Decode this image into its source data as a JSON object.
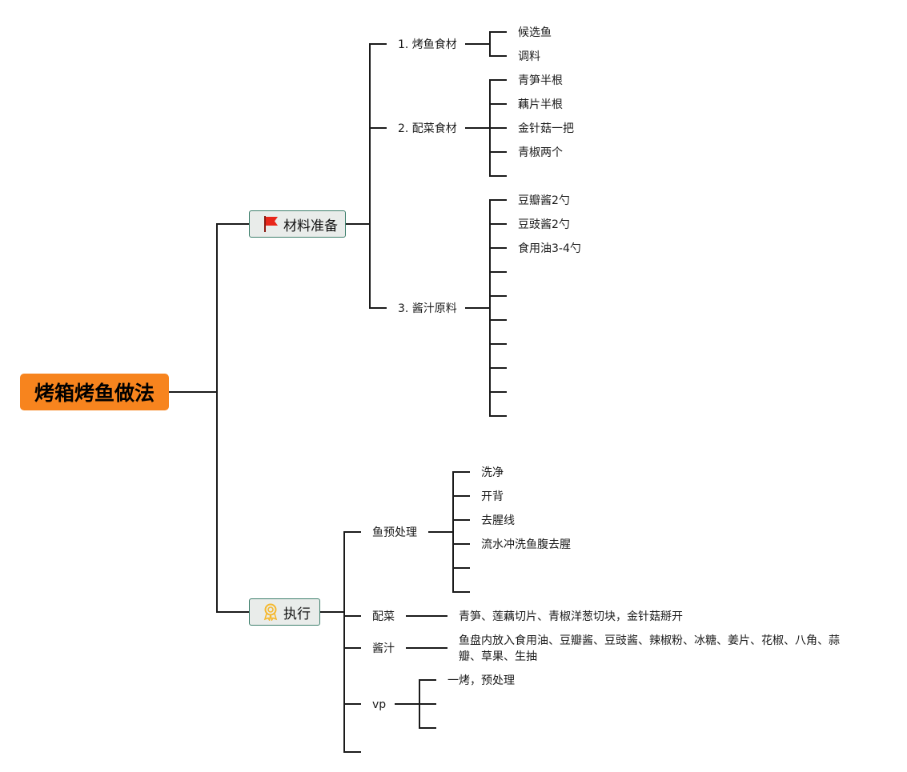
{
  "root": {
    "title": "烤箱烤鱼做法"
  },
  "branches": {
    "prep": {
      "label": "材料准备",
      "icon": "red-flag-icon",
      "children": [
        {
          "label": "1. 烤鱼食材",
          "items": [
            "候选鱼",
            "调料"
          ]
        },
        {
          "label": "2. 配菜食材",
          "items": [
            "青笋半根",
            "藕片半根",
            "金针菇一把",
            "青椒两个"
          ]
        },
        {
          "label": "3. 酱汁原料",
          "items": [
            "豆瓣酱2勺",
            "豆豉酱2勺",
            "食用油3-4勺"
          ]
        }
      ]
    },
    "exec": {
      "label": "执行",
      "icon": "award-ribbon-icon",
      "children": [
        {
          "label": "鱼预处理",
          "items": [
            "洗净",
            "开背",
            "去腥线",
            "流水冲洗鱼腹去腥"
          ]
        },
        {
          "label": "配菜",
          "detail": "青笋、莲藕切片、青椒洋葱切块，金针菇掰开"
        },
        {
          "label": "酱汁",
          "detail": "鱼盘内放入食用油、豆瓣酱、豆豉酱、辣椒粉、冰糖、姜片、花椒、八角、蒜瓣、草果、生抽"
        },
        {
          "label": "vp",
          "items": [
            "一烤，预处理"
          ]
        }
      ]
    }
  },
  "colors": {
    "root": "#f7841e",
    "line": "#1a1a1a",
    "branch_fill": "#e9ecea",
    "branch_border": "#3d7f6c",
    "flag": "#e8261a",
    "ribbon": "#f5b82e"
  }
}
